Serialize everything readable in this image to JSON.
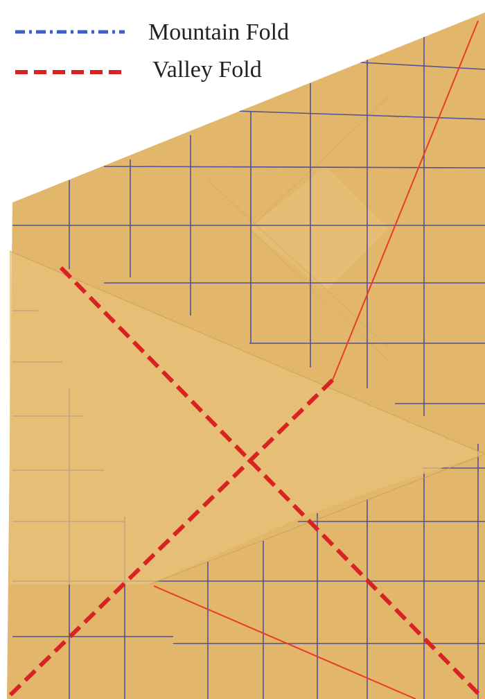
{
  "legend": {
    "mountain": {
      "label": "Mountain Fold",
      "color": "#3b5fc7",
      "style": "dash-dot"
    },
    "valley": {
      "label": "Valley Fold",
      "color": "#d92323",
      "style": "dashed"
    }
  },
  "paper": {
    "color": "#e2b76b",
    "flap_color": "#e8c07a",
    "grid_line_color": "#3a3fa0",
    "crease_color": "#e83a2a"
  }
}
